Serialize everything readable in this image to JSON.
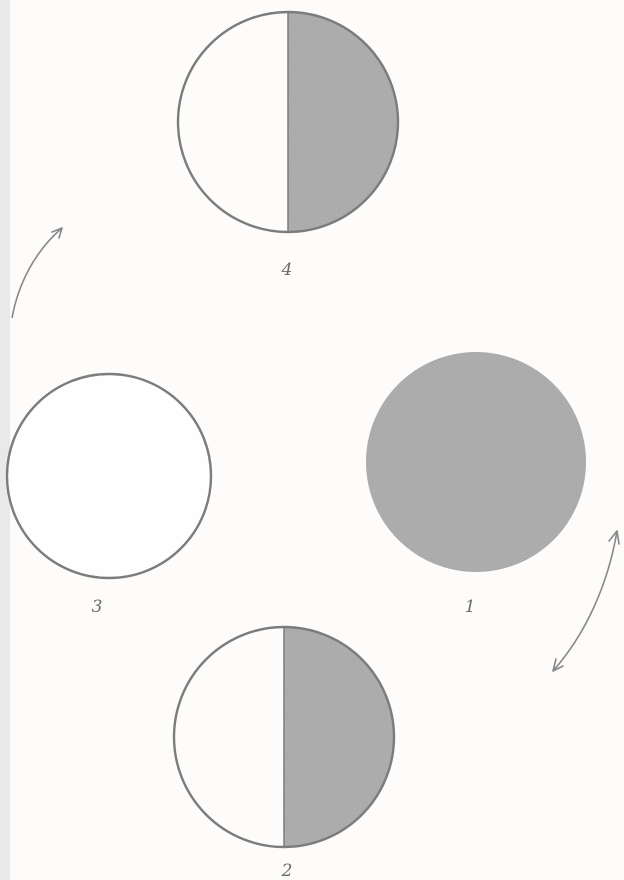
{
  "diagram": {
    "colors": {
      "paper": "#fdfcfa",
      "outline": "#7c7c7c",
      "shade": "#b3b3b3",
      "arrow": "#888888",
      "margin_strip": "#e9e9e9"
    },
    "phases": [
      {
        "id": "phase-1",
        "label": "1",
        "dark_part": "full"
      },
      {
        "id": "phase-2",
        "label": "2",
        "dark_part": "right-half"
      },
      {
        "id": "phase-3",
        "label": "3",
        "dark_part": "none"
      },
      {
        "id": "phase-4",
        "label": "4",
        "dark_part": "right-half"
      }
    ],
    "arrows": [
      {
        "id": "arrow-upper-left",
        "heads": "one"
      },
      {
        "id": "arrow-lower-right",
        "heads": "both"
      }
    ]
  }
}
